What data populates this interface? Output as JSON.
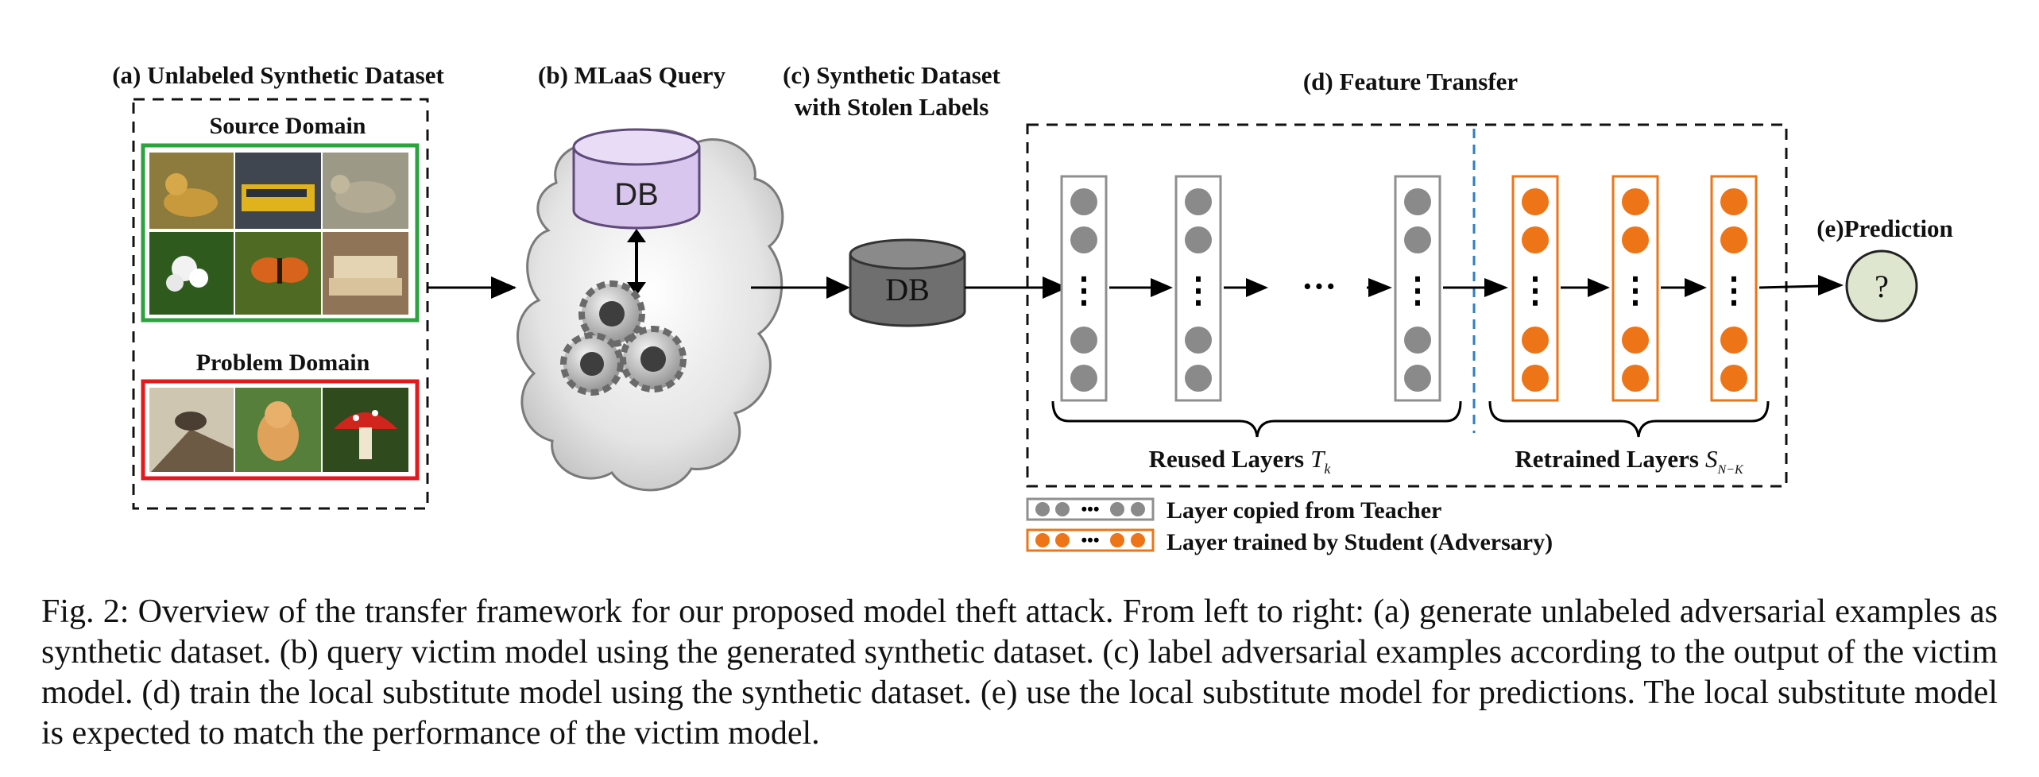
{
  "panels": {
    "a": {
      "title": "(a) Unlabeled Synthetic Dataset",
      "source_label": "Source Domain",
      "problem_label": "Problem Domain",
      "source_images": [
        "dog",
        "school-bus",
        "coyote",
        "white-flower",
        "butterfly",
        "sofa"
      ],
      "problem_images": [
        "bird-on-rock",
        "kitten",
        "red-mushroom"
      ]
    },
    "b": {
      "title": "(b) MLaaS Query",
      "db_label": "DB"
    },
    "c": {
      "title_line1": "(c) Synthetic Dataset",
      "title_line2": "with Stolen Labels",
      "db_label": "DB"
    },
    "d": {
      "title": "(d) Feature Transfer",
      "dots": "···",
      "vdots": "⋮",
      "reused_label": "Reused Layers",
      "reused_symbol": "T",
      "reused_sub": "k",
      "retrained_label": "Retrained Layers",
      "retrained_symbol": "S",
      "retrained_sub": "N−K"
    },
    "e": {
      "title": "(e)Prediction",
      "output_symbol": "?"
    }
  },
  "legend": {
    "teacher": "Layer copied from Teacher",
    "student": "Layer trained by Student (Adversary)",
    "dots": "•••"
  },
  "colors": {
    "teacher_node": "#8a8a8a",
    "teacher_border": "#8f8f8f",
    "student_node": "#ee7418",
    "student_border": "#ee7418",
    "source_box": "#2ca33f",
    "problem_box": "#e31a1c",
    "db_cloud_fill": "#d9c6ee",
    "db_dark_fill": "#7a7a7a",
    "prediction_fill": "#dfe6cf",
    "divider": "#2a7fc4"
  },
  "caption": {
    "label": "Fig. 2:",
    "text": "Overview of the transfer framework for our proposed model theft attack. From left to right: (a) generate unlabeled adversarial examples as synthetic dataset. (b) query victim model using the generated synthetic dataset. (c) label adversarial examples according to the output of the victim model. (d) train the local substitute model using the synthetic dataset. (e) use the local substitute model for predictions. The local substitute model is expected to match the performance of the victim model."
  }
}
